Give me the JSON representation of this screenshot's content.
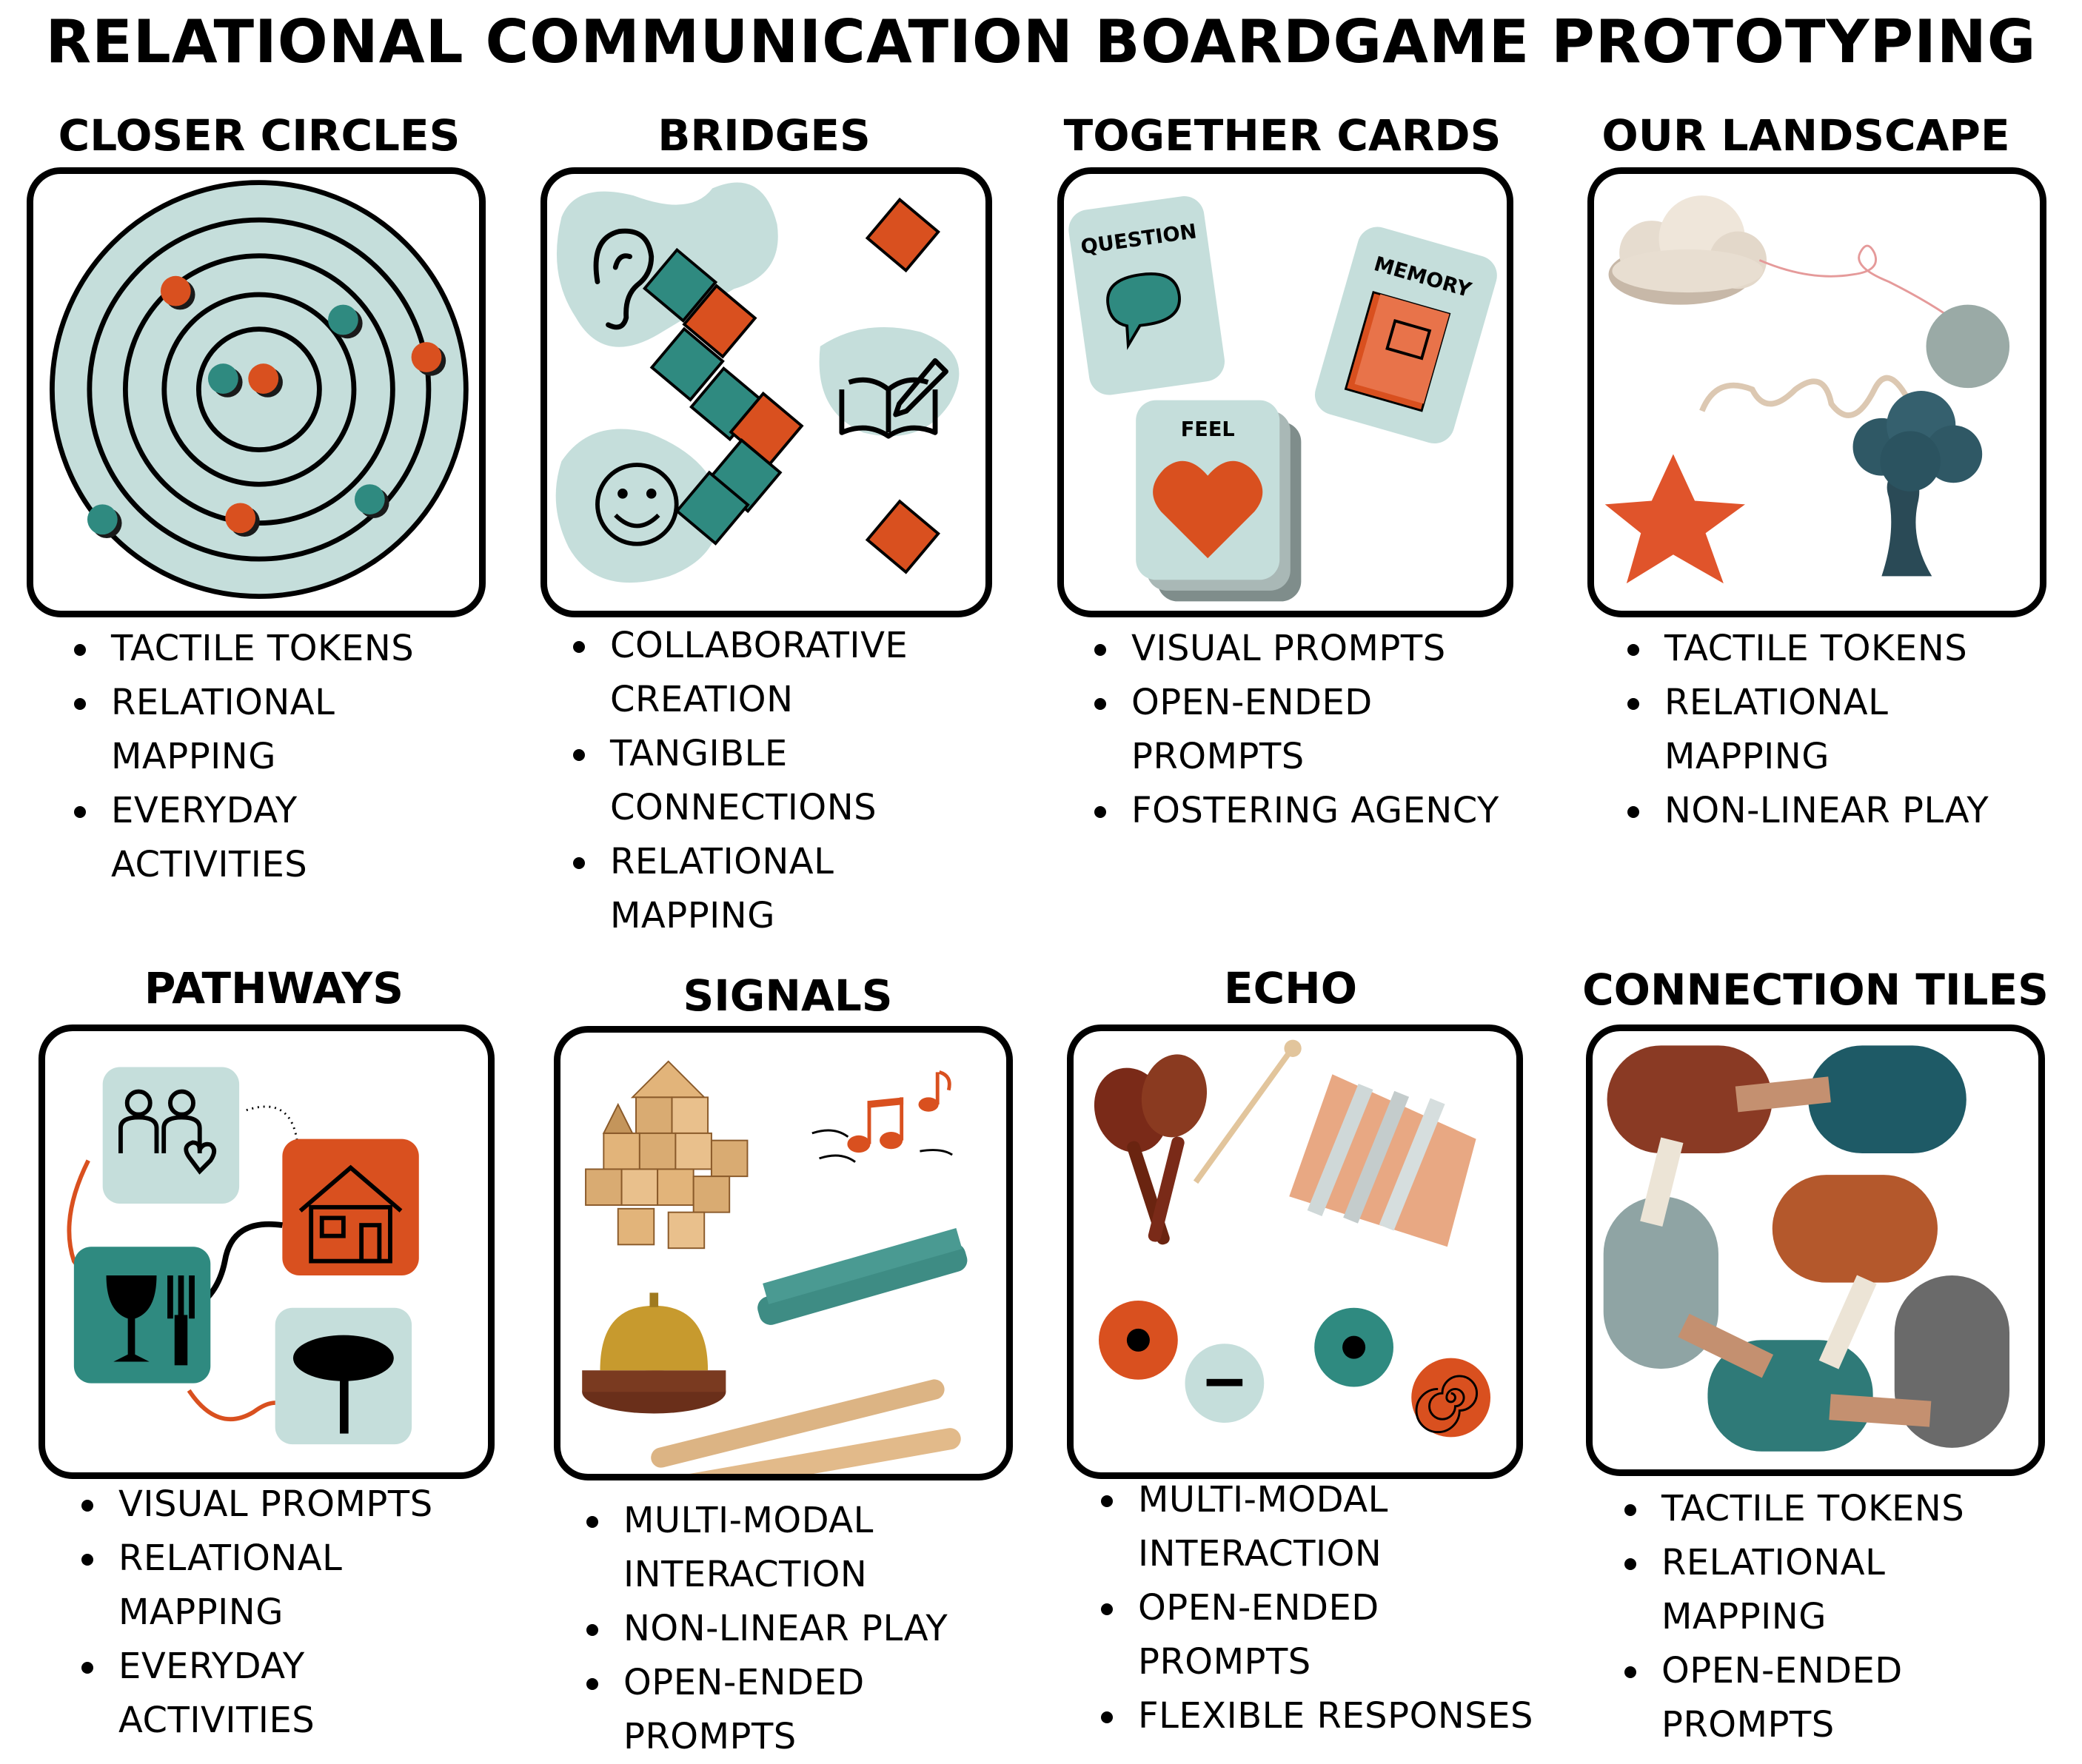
{
  "title": "RELATIONAL COMMUNICATION BOARDGAME PROTOTYPING",
  "colors": {
    "teal": "#2f8a80",
    "orange": "#d9501f",
    "mint": "#c5dedb",
    "black": "#000000",
    "wood": "#d9ab72"
  },
  "games": [
    {
      "name": "CLOSER CIRCLES",
      "features": [
        "TACTILE TOKENS",
        "RELATIONAL MAPPING",
        "EVERYDAY ACTIVITIES"
      ]
    },
    {
      "name": "BRIDGES",
      "features": [
        "COLLABORATIVE CREATION",
        "TANGIBLE CONNECTIONS",
        "RELATIONAL MAPPING"
      ]
    },
    {
      "name": "TOGETHER CARDS",
      "features": [
        "VISUAL PROMPTS",
        "OPEN-ENDED PROMPTS",
        "FOSTERING AGENCY"
      ],
      "cards": {
        "question": "QUESTION",
        "memory": "MEMORY",
        "feel": "FEEL"
      }
    },
    {
      "name": "OUR LANDSCAPE",
      "features": [
        "TACTILE TOKENS",
        "RELATIONAL MAPPING",
        "NON-LINEAR PLAY"
      ]
    },
    {
      "name": "PATHWAYS",
      "features": [
        "VISUAL PROMPTS",
        "RELATIONAL MAPPING",
        "EVERYDAY ACTIVITIES"
      ]
    },
    {
      "name": "SIGNALS",
      "features": [
        "MULTI-MODAL INTERACTION",
        "NON-LINEAR PLAY",
        "OPEN-ENDED PROMPTS"
      ]
    },
    {
      "name": "ECHO",
      "features": [
        "MULTI-MODAL INTERACTION",
        "OPEN-ENDED PROMPTS",
        "FLEXIBLE RESPONSES"
      ]
    },
    {
      "name": "CONNECTION TILES",
      "features": [
        "TACTILE TOKENS",
        "RELATIONAL MAPPING",
        "OPEN-ENDED PROMPTS"
      ]
    }
  ]
}
